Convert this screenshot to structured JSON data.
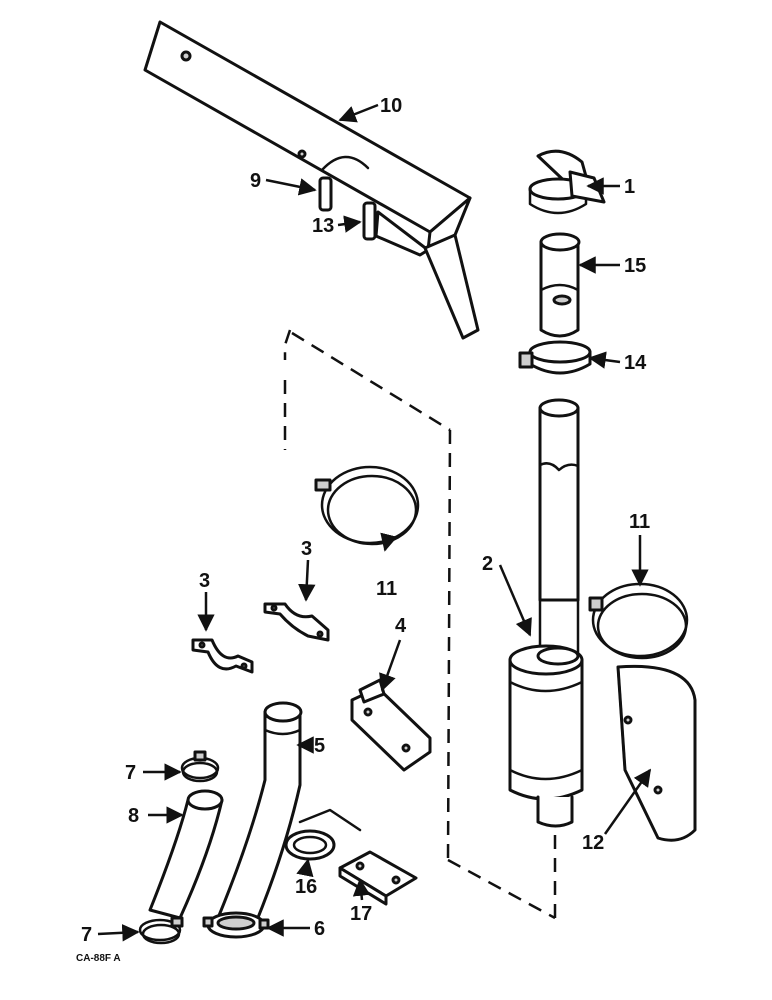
{
  "diagram": {
    "code": "CA-88F A",
    "callouts": {
      "c1": "1",
      "c2": "2",
      "c3a": "3",
      "c3b": "3",
      "c4": "4",
      "c5": "5",
      "c6": "6",
      "c7a": "7",
      "c7b": "7",
      "c8": "8",
      "c9": "9",
      "c10": "10",
      "c11a": "11",
      "c11b": "11",
      "c12": "12",
      "c13": "13",
      "c14": "14",
      "c15": "15",
      "c16": "16",
      "c17": "17"
    }
  }
}
